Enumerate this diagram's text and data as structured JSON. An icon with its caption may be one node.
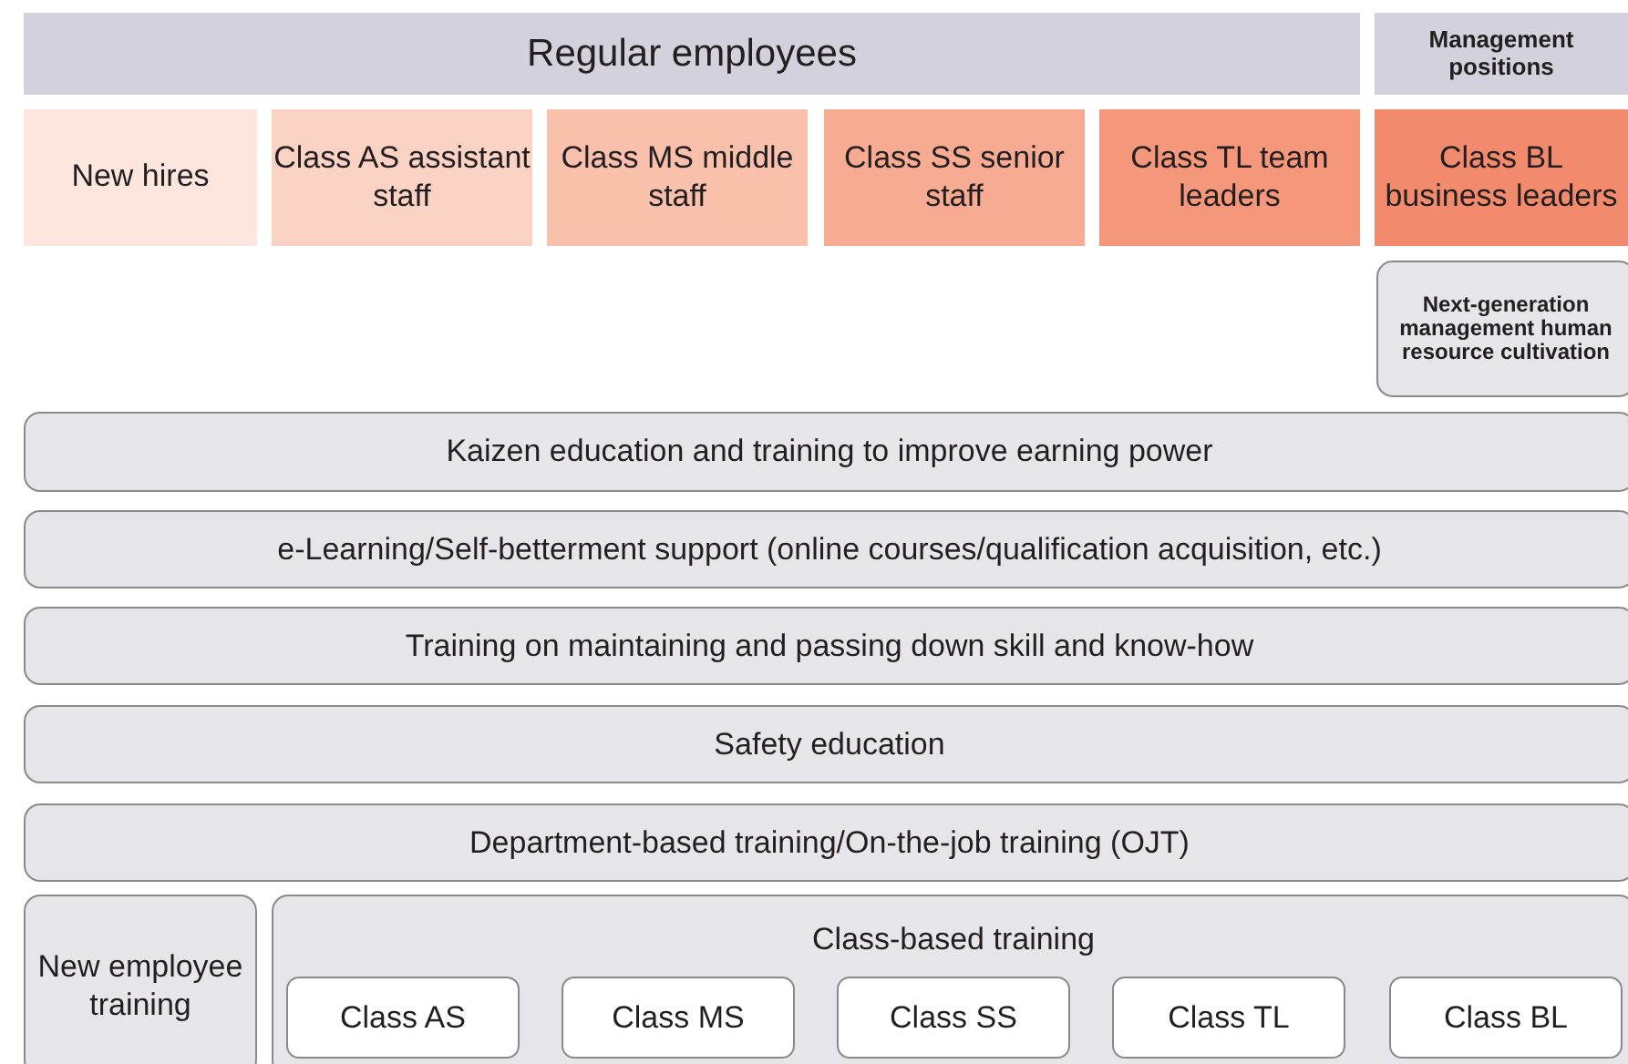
{
  "diagram": {
    "nodes": [
      {
        "text": [
          "Regular employees"
        ]
      },
      {
        "text": [
          "Management positions"
        ]
      },
      {
        "text": [
          "New hires"
        ]
      },
      {
        "text": [
          "Class AS assistant staff"
        ]
      },
      {
        "text": [
          "Class MS middle staff"
        ]
      },
      {
        "text": [
          "Class SS senior staff"
        ]
      },
      {
        "text": [
          "Class TL team leaders"
        ]
      },
      {
        "text": [
          "Class BL business leaders"
        ]
      },
      {
        "text": [
          "Next-generation management human resource cultivation"
        ]
      },
      {
        "text": [
          "Kaizen education and training to improve earning power"
        ]
      },
      {
        "text": [
          "e-Learning/Self-betterment support (online courses/qualification acquisition, etc.)"
        ]
      },
      {
        "text": [
          "Training on maintaining and passing down skill and know-how"
        ]
      },
      {
        "text": [
          "Safety education"
        ]
      },
      {
        "text": [
          "Department-based training/On-the-job training (OJT)"
        ]
      },
      {
        "text": [
          "New employee training"
        ]
      },
      {
        "text": [
          "Class-based training"
        ]
      },
      {
        "text": [
          "Class AS"
        ],
        "in": 15
      },
      {
        "text": [
          "Class MS"
        ],
        "in": 15
      },
      {
        "text": [
          "Class SS"
        ],
        "in": 15
      },
      {
        "text": [
          "Class TL"
        ],
        "in": 15
      },
      {
        "text": [
          "Class BL"
        ],
        "in": 15
      }
    ]
  }
}
